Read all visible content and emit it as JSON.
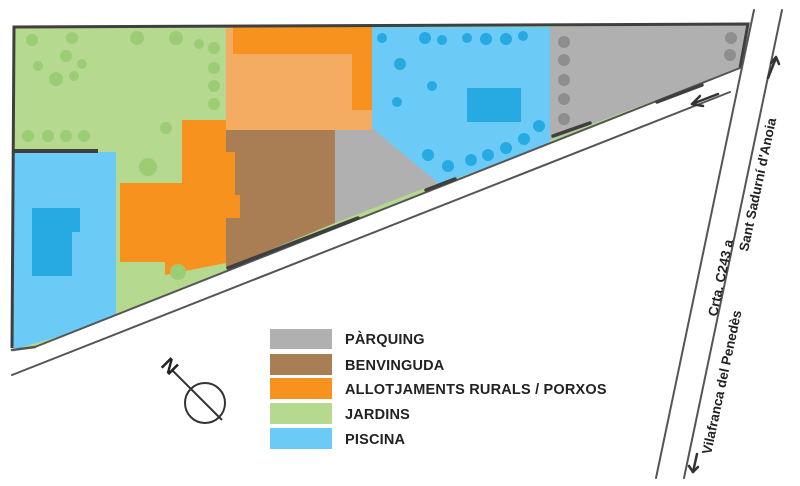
{
  "colors": {
    "parking": "#b0b0b0",
    "reception": "#a97e54",
    "lodging": "#f7921e",
    "lodging_light": "#f4ab62",
    "gardens": "#b5d98f",
    "pool": "#6ccaf6",
    "pool_water": "#27aae1",
    "garden_tree": "#9ccd75",
    "parking_tree": "#8e8e8e",
    "pool_tree": "#27aae1",
    "outline": "#3f3f3f"
  },
  "legend": {
    "items": [
      {
        "label": "PÀRQUING",
        "color": "#b0b0b0"
      },
      {
        "label": "BENVINGUDA",
        "color": "#a97e54"
      },
      {
        "label": "ALLOTJAMENTS RURALS / PORXOS",
        "color": "#f7921e"
      },
      {
        "label": "JARDINS",
        "color": "#b5d98f"
      },
      {
        "label": "PISCINA",
        "color": "#6ccaf6"
      }
    ]
  },
  "road": {
    "label_top": "Crta. C243 a",
    "label_top_dir": "Sant Sadurní d'Anoia",
    "label_bottom": "Vilafranca del Penedès"
  },
  "compass": {
    "label": "N"
  }
}
